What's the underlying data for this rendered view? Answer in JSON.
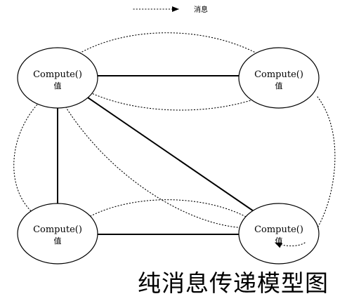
{
  "legend": {
    "label": "消息"
  },
  "nodes": {
    "top_left": {
      "func": "Compute()",
      "value": "值"
    },
    "top_right": {
      "func": "Compute()",
      "value": "值"
    },
    "bottom_left": {
      "func": "Compute()",
      "value": "值"
    },
    "bottom_right": {
      "func": "Compute()",
      "value": "值"
    }
  },
  "caption": "纯消息传递模型图"
}
